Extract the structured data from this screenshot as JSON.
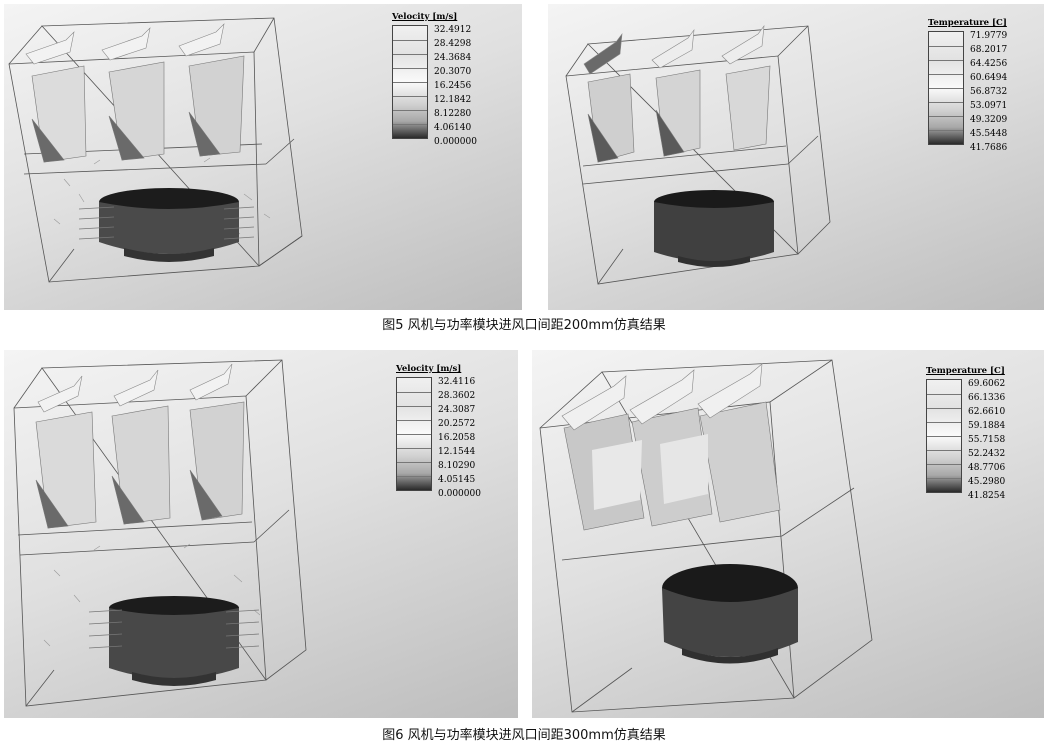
{
  "figures": [
    {
      "caption": "图5 风机与功率模块进风口间距200mm仿真结果",
      "velocity": {
        "title": "Velocity [m/s]",
        "ticks": [
          "32.4912",
          "28.4298",
          "24.3684",
          "20.3070",
          "16.2456",
          "12.1842",
          "8.12280",
          "4.06140",
          "0.000000"
        ]
      },
      "temperature": {
        "title": "Temperature [C]",
        "ticks": [
          "71.9779",
          "68.2017",
          "64.4256",
          "60.6494",
          "56.8732",
          "53.0971",
          "49.3209",
          "45.5448",
          "41.7686"
        ]
      }
    },
    {
      "caption": "图6 风机与功率模块进风口间距300mm仿真结果",
      "velocity": {
        "title": "Velocity [m/s]",
        "ticks": [
          "32.4116",
          "28.3602",
          "24.3087",
          "20.2572",
          "16.2058",
          "12.1544",
          "8.10290",
          "4.05145",
          "0.000000"
        ]
      },
      "temperature": {
        "title": "Temperature [C]",
        "ticks": [
          "69.6062",
          "66.1336",
          "62.6610",
          "59.1884",
          "55.7158",
          "52.2432",
          "48.7706",
          "45.2980",
          "41.8254"
        ]
      }
    }
  ]
}
